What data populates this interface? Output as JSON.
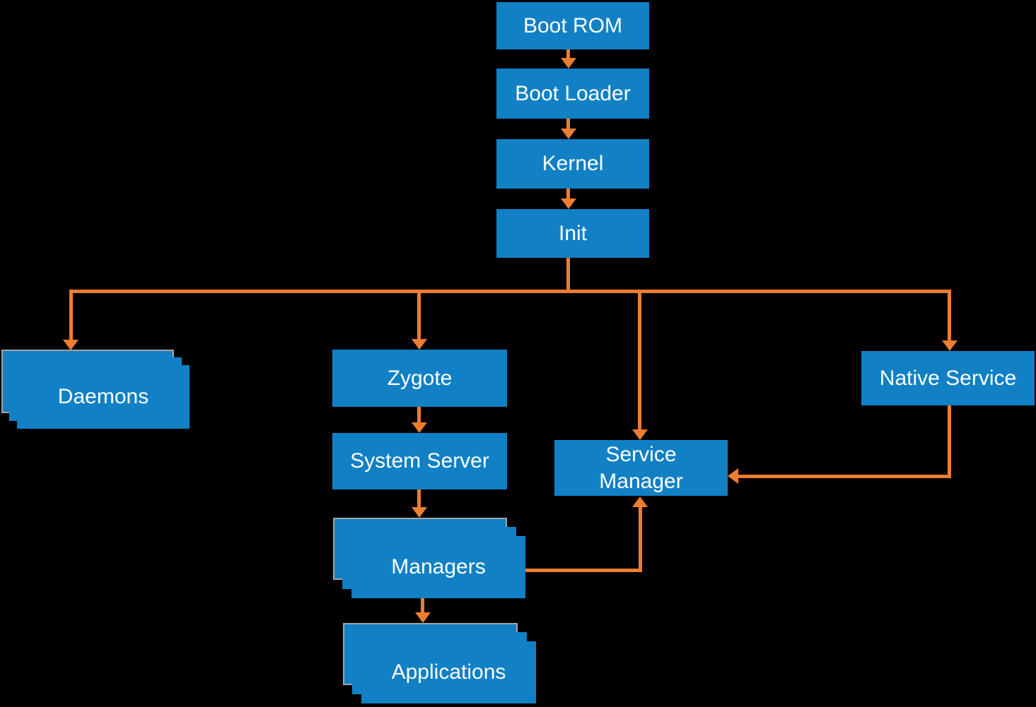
{
  "diagram": {
    "title": "Android boot sequence flow",
    "nodes": {
      "boot_rom": {
        "label": "Boot ROM"
      },
      "boot_loader": {
        "label": "Boot Loader"
      },
      "kernel": {
        "label": "Kernel"
      },
      "init": {
        "label": "Init"
      },
      "daemons": {
        "label": "Daemons"
      },
      "zygote": {
        "label": "Zygote"
      },
      "system_server": {
        "label": "System Server"
      },
      "managers": {
        "label": "Managers"
      },
      "applications": {
        "label": "Applications"
      },
      "service_manager": {
        "label": "Service Manager"
      },
      "native_service": {
        "label": "Native Service"
      }
    },
    "edges": [
      {
        "from": "boot_rom",
        "to": "boot_loader"
      },
      {
        "from": "boot_loader",
        "to": "kernel"
      },
      {
        "from": "kernel",
        "to": "init"
      },
      {
        "from": "init",
        "to": "daemons"
      },
      {
        "from": "init",
        "to": "zygote"
      },
      {
        "from": "init",
        "to": "service_manager"
      },
      {
        "from": "init",
        "to": "native_service"
      },
      {
        "from": "zygote",
        "to": "system_server"
      },
      {
        "from": "system_server",
        "to": "managers"
      },
      {
        "from": "managers",
        "to": "applications"
      },
      {
        "from": "managers",
        "to": "service_manager"
      },
      {
        "from": "native_service",
        "to": "service_manager"
      }
    ],
    "colors": {
      "box_fill": "#1180C5",
      "arrow": "#ED7D31",
      "stack_border": "#A6A6A6",
      "text": "#FFFFFF",
      "background": "#000000"
    }
  }
}
